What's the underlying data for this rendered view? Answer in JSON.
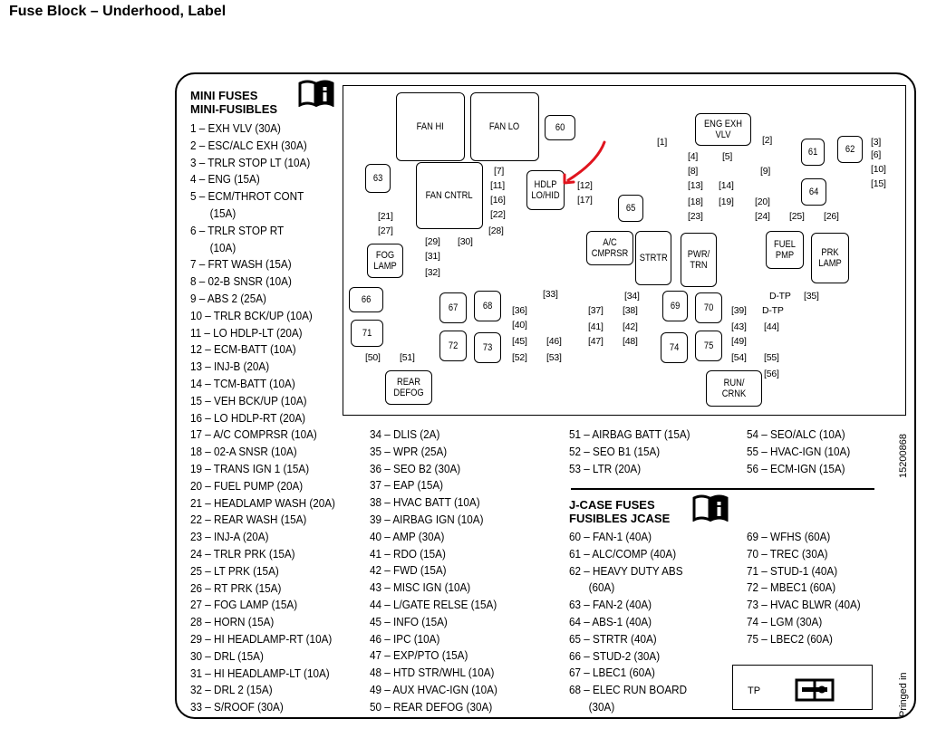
{
  "title": "Fuse Block – Underhood, Label",
  "mini": {
    "heading1": "MINI FUSES",
    "heading2": "MINI-FUSIBLES",
    "col1": [
      "1 – EXH VLV (30A)",
      "2 – ESC/ALC EXH (30A)",
      "3 – TRLR STOP LT (10A)",
      "4 – ENG (15A)",
      "5 – ECM/THROT CONT",
      "(15A)",
      "6 – TRLR STOP RT",
      "(10A)",
      "7 – FRT WASH (15A)",
      "8 – 02-B SNSR  (10A)",
      "9 – ABS 2 (25A)",
      "10 – TRLR BCK/UP (10A)",
      "11 – LO HDLP-LT (20A)",
      "12 – ECM-BATT (10A)",
      "13 – INJ-B (20A)",
      "14 – TCM-BATT (10A)",
      "15 – VEH BCK/UP (10A)",
      "16 – LO HDLP-RT (20A)",
      "17 – A/C COMPRSR (10A)",
      "18 – 02-A SNSR (10A)",
      "19 – TRANS IGN 1 (15A)",
      "20 – FUEL PUMP (20A)",
      "21 – HEADLAMP WASH (20A)",
      "22 – REAR WASH (15A)",
      "23 – INJ-A (20A)",
      "24 – TRLR PRK (15A)",
      "25 – LT PRK (15A)",
      "26 – RT PRK (15A)",
      "27 – FOG LAMP (15A)",
      "28 – HORN (15A)",
      "29 – HI HEADLAMP-RT (10A)",
      "30 – DRL (15A)",
      "31 – HI HEADLAMP-LT (10A)",
      "32 – DRL 2 (15A)",
      "33 – S/ROOF (30A)"
    ],
    "col2": [
      "34 – DLIS (2A)",
      "35 – WPR (25A)",
      "36 – SEO B2 (30A)",
      "37 – EAP (15A)",
      "38 – HVAC BATT (10A)",
      "39 – AIRBAG IGN (10A)",
      "40 – AMP (30A)",
      "41 – RDO (15A)",
      "42 – FWD (15A)",
      "43 – MISC IGN (10A)",
      "44 – L/GATE RELSE (15A)",
      "45 – INFO (15A)",
      "46 – IPC (10A)",
      "47 – EXP/PTO (15A)",
      "48 – HTD STR/WHL (10A)",
      "49 – AUX HVAC-IGN (10A)",
      "50 – REAR DEFOG (30A)"
    ],
    "col3": [
      "51 – AIRBAG BATT (15A)",
      "52 – SEO B1 (15A)",
      "53 – LTR (20A)"
    ],
    "col4": [
      "54 – SEO/ALC (10A)",
      "55 – HVAC-IGN (10A)",
      "56 – ECM-IGN (15A)"
    ]
  },
  "jcase": {
    "heading1": "J-CASE FUSES",
    "heading2": "FUSIBLES JCASE",
    "col1": [
      "60 – FAN-1 (40A)",
      "61 – ALC/COMP (40A)",
      "62 – HEAVY DUTY ABS",
      "(60A)",
      "63 – FAN-2 (40A)",
      "64 – ABS-1 (40A)",
      "65 – STRTR (40A)",
      "66 – STUD-2 (30A)",
      "67 – LBEC1 (60A)",
      "68 – ELEC RUN BOARD",
      "(30A)"
    ],
    "col2": [
      "69 – WFHS (60A)",
      "70 – TREC (30A)",
      "71 – STUD-1 (40A)",
      "72 – MBEC1 (60A)",
      "73 – HVAC BLWR (40A)",
      "74 – LGM (30A)",
      "75 – LBEC2 (60A)"
    ]
  },
  "part_number": "15200868",
  "tp_label": "TP",
  "watermark": "Pringed in",
  "diagram": {
    "boxes": {
      "fan_hi": "FAN HI",
      "fan_lo": "FAN LO",
      "b60": "60",
      "eng_exh": "ENG EXH VLV",
      "b61": "61",
      "b62": "62",
      "b63": "63",
      "fan_cntrl": "FAN CNTRL",
      "hdlp": "HDLP LO/HID",
      "b65": "65",
      "b64": "64",
      "fog_lamp": "FOG LAMP",
      "ac_cmprsr": "A/C CMPRSR",
      "strtr": "STRTR",
      "pwr_trn": "PWR/ TRN",
      "fuel_pmp": "FUEL PMP",
      "prk_lamp": "PRK LAMP",
      "b66": "66",
      "b67": "67",
      "b68": "68",
      "b69": "69",
      "b70": "70",
      "b71": "71",
      "b72": "72",
      "b73": "73",
      "b74": "74",
      "b75": "75",
      "rear_defog": "REAR DEFOG",
      "run_crnk": "RUN/ CRNK"
    },
    "slots": {
      "s1": "[1]",
      "s2": "[2]",
      "s3": "[3]",
      "s4": "[4]",
      "s5": "[5]",
      "s6": "[6]",
      "s7": "[7]",
      "s8": "[8]",
      "s9": "[9]",
      "s10": "[10]",
      "s11": "[11]",
      "s12": "[12]",
      "s13": "[13]",
      "s14": "[14]",
      "s15": "[15]",
      "s16": "[16]",
      "s17": "[17]",
      "s18": "[18]",
      "s19": "[19]",
      "s20": "[20]",
      "s21": "[21]",
      "s22": "[22]",
      "s23": "[23]",
      "s24": "[24]",
      "s25": "[25]",
      "s26": "[26]",
      "s27": "[27]",
      "s28": "[28]",
      "s29": "[29]",
      "s30": "[30]",
      "s31": "[31]",
      "s32": "[32]",
      "s33": "[33]",
      "s34": "[34]",
      "s35": "[35]",
      "s36": "[36]",
      "s37": "[37]",
      "s38": "[38]",
      "s39": "[39]",
      "s40": "[40]",
      "s41": "[41]",
      "s42": "[42]",
      "s43": "[43]",
      "s44": "[44]",
      "s45": "[45]",
      "s46": "[46]",
      "s47": "[47]",
      "s48": "[48]",
      "s49": "[49]",
      "s50": "[50]",
      "s51": "[51]",
      "s52": "[52]",
      "s53": "[53]",
      "s54": "[54]",
      "s55": "[55]",
      "s56": "[56]",
      "tp1": "D-TP",
      "tp2": "D-TP"
    }
  },
  "colors": {
    "annotation_arrow": "#e0141e"
  },
  "icons": [
    "info-book-icon",
    "service-manual-icon",
    "red-arrow-annotation"
  ]
}
